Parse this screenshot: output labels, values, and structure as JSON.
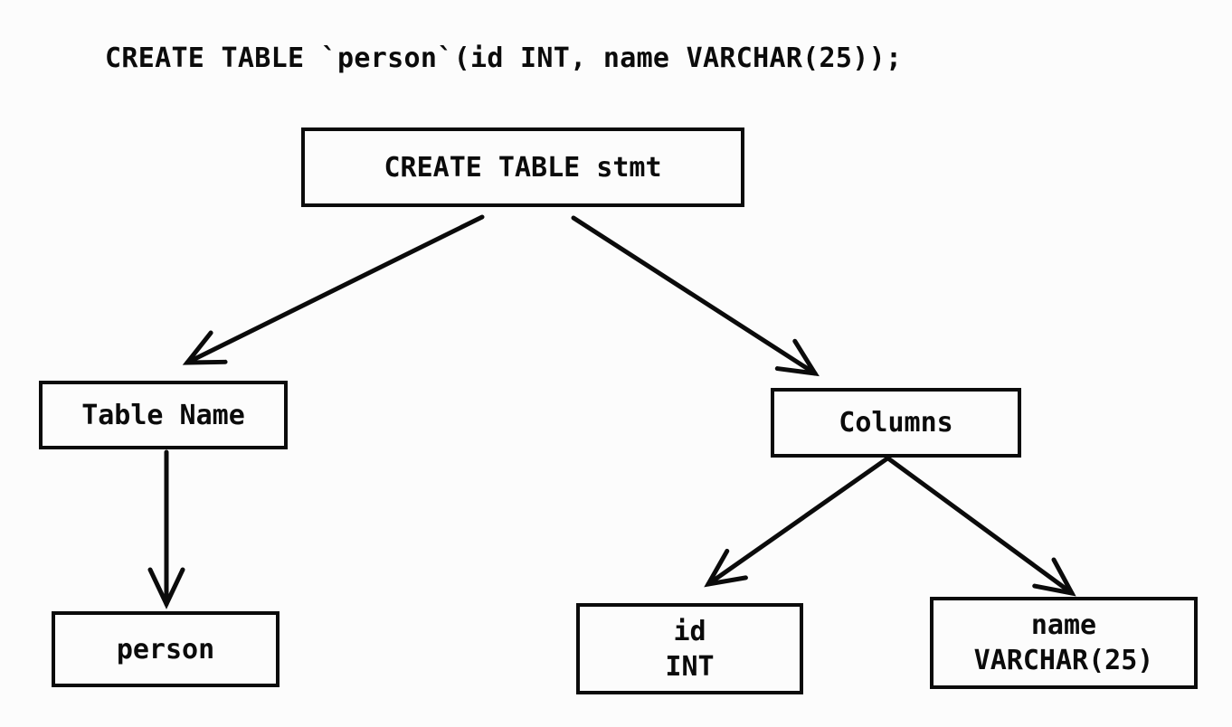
{
  "page": {
    "background": "#fcfcfc",
    "ink": "#0b0b0b"
  },
  "statement": "CREATE TABLE `person`(id INT, name VARCHAR(25));",
  "tree": {
    "nodes": {
      "stmt": {
        "label": "CREATE TABLE stmt"
      },
      "tableName": {
        "label": "Table Name"
      },
      "columns": {
        "label": "Columns"
      },
      "person": {
        "label": "person"
      },
      "idCol": {
        "line1": "id",
        "line2": "INT"
      },
      "nameCol": {
        "line1": "name",
        "line2": "VARCHAR(25)"
      }
    },
    "edges": [
      {
        "from": "CREATE TABLE stmt",
        "to": "Table Name"
      },
      {
        "from": "CREATE TABLE stmt",
        "to": "Columns"
      },
      {
        "from": "Table Name",
        "to": "person"
      },
      {
        "from": "Columns",
        "to": "id INT"
      },
      {
        "from": "Columns",
        "to": "name VARCHAR(25)"
      }
    ]
  }
}
